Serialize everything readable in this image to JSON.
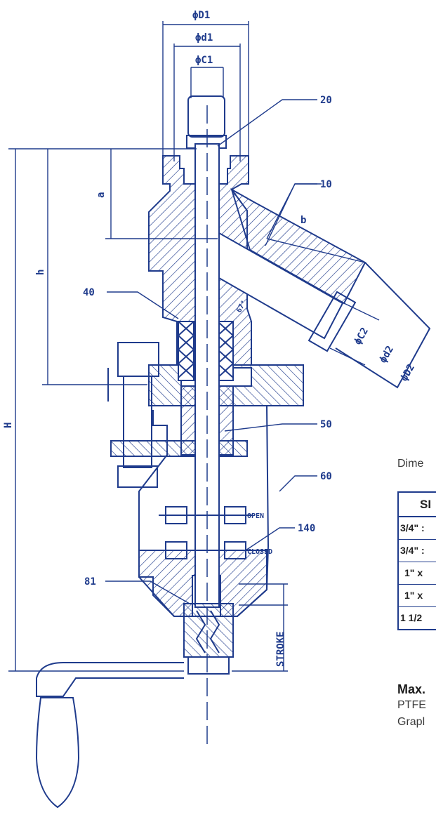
{
  "labels": {
    "D1": "ϕD1",
    "d1": "ϕd1",
    "C1": "ϕC1",
    "C2": "ϕC2",
    "d2": "ϕd2",
    "D2": "ϕD2",
    "a": "a",
    "b": "b",
    "h": "h",
    "H": "H",
    "angle": "67°",
    "stroke": "STROKE",
    "open": "OPEN",
    "closed": "CLOSED"
  },
  "parts": [
    "20",
    "10",
    "40",
    "50",
    "60",
    "140",
    "81"
  ],
  "side_text": {
    "dime": "Dime",
    "max": "Max.",
    "ptfe": "PTFE",
    "graph": "Grapl"
  },
  "table": {
    "header": "SI",
    "rows": [
      "3/4\" :",
      "3/4\" :",
      "1\" x",
      "1\" x",
      "1 1/2"
    ]
  },
  "colors": {
    "line": "#1f3b8c",
    "text": "#3a3a3a"
  }
}
